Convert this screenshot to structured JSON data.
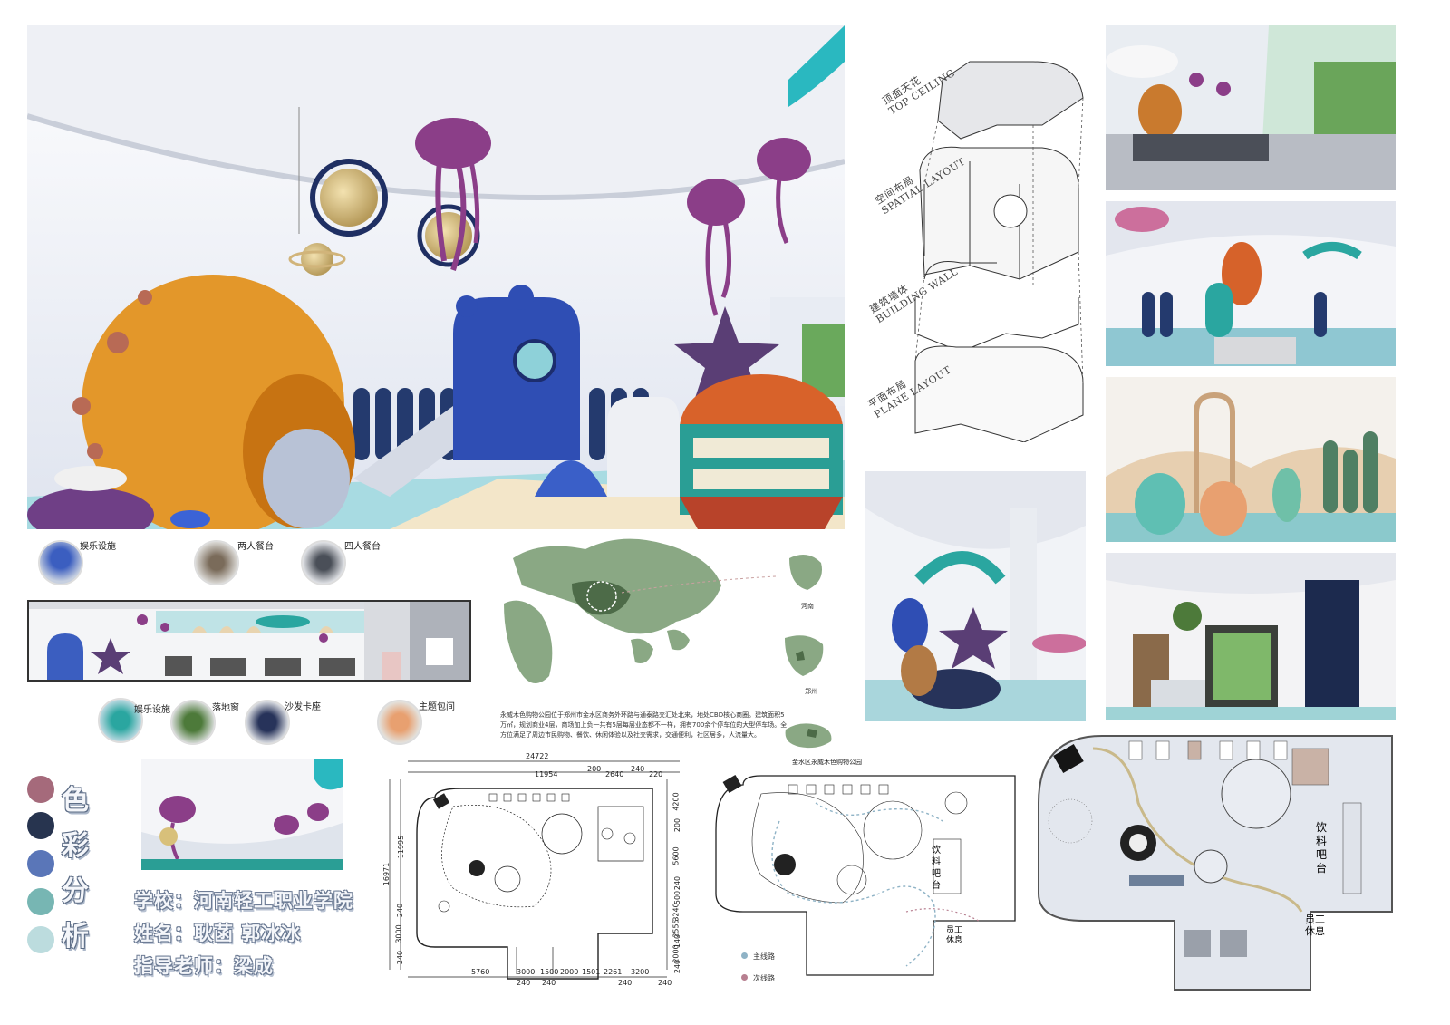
{
  "axonometric": {
    "layers": [
      {
        "cn": "顶面天花",
        "en": "TOP CEILING"
      },
      {
        "cn": "空间布局",
        "en": "SPATIAL LAYOUT"
      },
      {
        "cn": "建筑墙体",
        "en": "BUILDING WALL"
      },
      {
        "cn": "平面布局",
        "en": "PLANE LAYOUT"
      }
    ]
  },
  "section": {
    "callouts_top": [
      "娱乐设施",
      "两人餐台",
      "四人餐台"
    ],
    "callouts_bottom": [
      "娱乐设施",
      "落地窗",
      "沙发卡座",
      "主题包间"
    ]
  },
  "location": {
    "province_labels": [
      "河南",
      "郑州"
    ],
    "description": "永威木色购物公园位于郑州市金水区商务外环路与通泰路交汇处北来，地处CBD核心商圈。建筑面积5万㎡，规划商业4层，商场加上负一共有5层每层业态都不一样，拥有700余个停车位的大型停车场。全方位满足了周边市民购物、餐饮、休闲体验以及社交需求，交通便利，社区居多，人流量大。",
    "plan_title": "金水区永威木色购物公园"
  },
  "plan_dims": {
    "top_total": "24722",
    "top_parts": [
      "11954",
      "200",
      "2640",
      "240",
      "220"
    ],
    "right_parts": [
      "4200",
      "200",
      "5600",
      "240",
      "500",
      "3240",
      "2555",
      "140",
      "2000",
      "240"
    ],
    "left_parts": [
      "16971",
      "11995",
      "240",
      "3000",
      "240"
    ],
    "bottom_parts": [
      "5760",
      "3000",
      "1500",
      "2000",
      "1501",
      "2261",
      "3200"
    ],
    "bottom_small": [
      "240",
      "240",
      "240",
      "240"
    ]
  },
  "plan_labels": {
    "drink_bar": "饮\n料\n吧\n台",
    "staff_rest": "员工\n休息",
    "legend": [
      "主线路",
      "次线路"
    ]
  },
  "color_analysis": {
    "chars": [
      "色",
      "彩",
      "分",
      "析"
    ],
    "swatches": [
      "#a56a7b",
      "#27344f",
      "#5a76b8",
      "#77b6b3",
      "#bcdcde"
    ]
  },
  "credits": {
    "school": "学校：河南轻工职业学院",
    "names": "姓名：耿菡  郭冰冰",
    "advisor": "指导老师：梁成"
  },
  "colors": {
    "accent_purple": "#8b3e88",
    "accent_orange": "#e39a2a",
    "accent_teal": "#2bb3b8",
    "map_green": "#8aa884"
  }
}
